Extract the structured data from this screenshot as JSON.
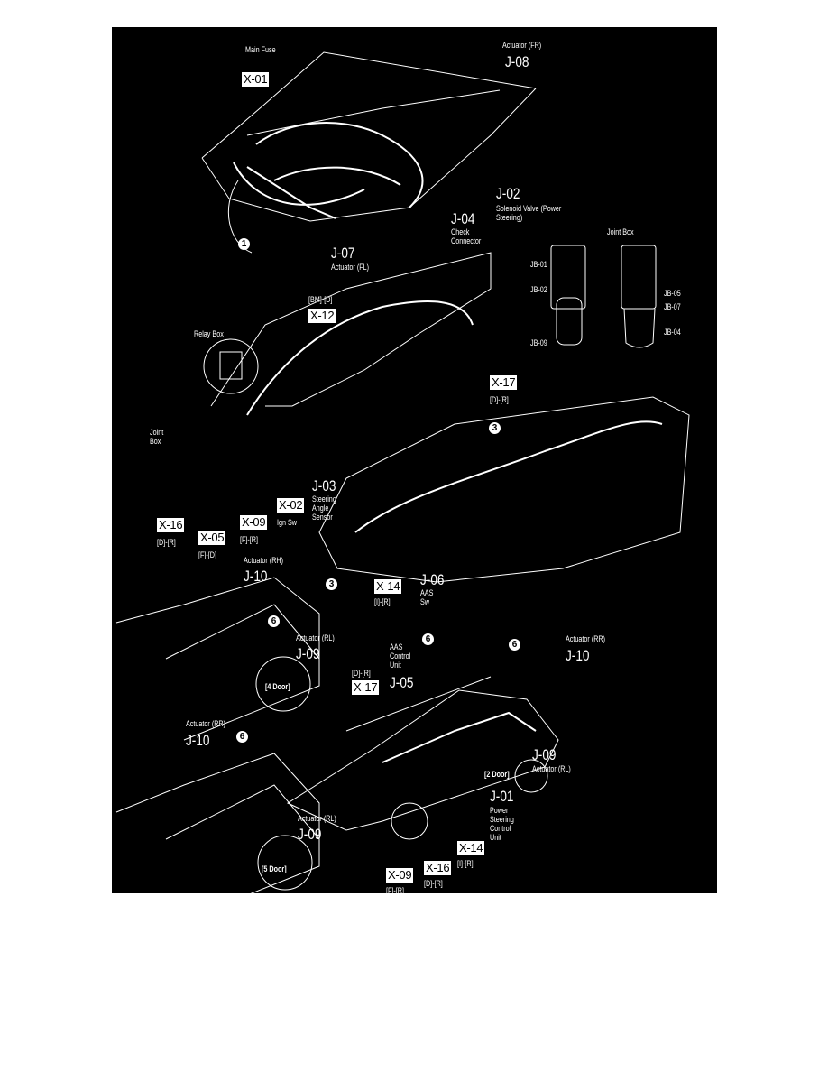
{
  "engine": {
    "main_fuse": "Main Fuse",
    "x01": "X-01",
    "actuator_fr": "Actuator (FR)",
    "j08": "J-08",
    "j02": "J-02",
    "j02_desc": "Solenoid Valve (Power Steering)",
    "j04": "J-04",
    "j04_desc": "Check Connector",
    "j07": "J-07",
    "j07_desc": "Actuator (FL)",
    "circle1": "1"
  },
  "joint_box": {
    "title": "Joint Box",
    "jb01": "JB-01",
    "jb02": "JB-02",
    "jb09": "JB-09",
    "jb05": "JB-05",
    "jb07": "JB-07",
    "jb04": "JB-04"
  },
  "dash": {
    "bm_d": "[BM]-[D]",
    "x12": "X-12",
    "relay_box": "Relay Box",
    "x17": "X-17",
    "x17_sub": "[D]-[R]",
    "joint_box": "Joint Box",
    "x16": "X-16",
    "x16_sub": "[D]-[R]",
    "x05": "X-05",
    "x05_sub": "[F]-[D]",
    "x09": "X-09",
    "x09_sub": "[F]-[R]",
    "x02": "X-02",
    "x02_sub": "Ign Sw",
    "j03": "J-03",
    "j03_desc": "Steering Angle Sensor",
    "circle3a": "3",
    "circle3b": "3",
    "x14": "X-14",
    "x14_sub": "[I]-[R]",
    "j06": "J-06",
    "j06_desc": "AAS Sw"
  },
  "door4": {
    "actuator_rh": "Actuator (RH)",
    "j10": "J-10",
    "circle6": "6",
    "actuator_rl": "Actuator (RL)",
    "j09": "J-09",
    "label": "[4 Door]"
  },
  "door5": {
    "actuator_rr": "Actuator (RR)",
    "j10": "J-10",
    "circle6": "6",
    "actuator_rl": "Actuator (RL)",
    "j09": "J-09",
    "label": "[5 Door]"
  },
  "door2": {
    "aas_control": "AAS Control Unit",
    "j05": "J-05",
    "x17_sub": "[D]-[R]",
    "x17": "X-17",
    "circle6a": "6",
    "actuator_rr": "Actuator (RR)",
    "j10": "J-10",
    "circle6b": "6",
    "j09": "J-09",
    "actuator_rl": "Actuator (RL)",
    "label": "[2 Door]",
    "j01": "J-01",
    "j01_desc": "Power Steering Control Unit",
    "x14": "X-14",
    "x14_sub": "[I]-[R]",
    "x16": "X-16",
    "x16_sub": "[D]-[R]",
    "x09": "X-09",
    "x09_sub": "[F]-[R]"
  }
}
